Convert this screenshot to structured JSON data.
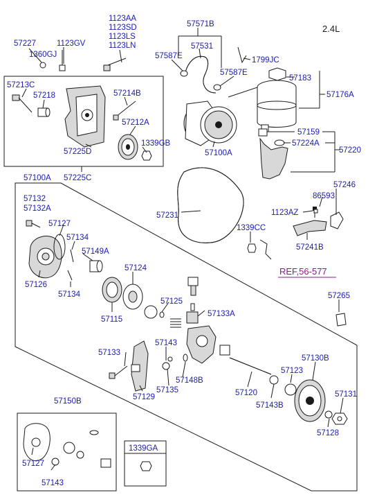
{
  "diagram": {
    "engine_label": "2.4L",
    "callouts": {
      "c1123AA": "1123AA",
      "c1123SD": "1123SD",
      "c1123LS": "1123LS",
      "c1123LN": "1123LN",
      "c57227": "57227",
      "c1123GV": "1123GV",
      "c1360GJ": "1360GJ",
      "c57571B": "57571B",
      "c57531": "57531",
      "c57587E_left": "57587E",
      "c57587E_right": "57587E",
      "c1799JC": "1799JC",
      "c57213C": "57213C",
      "c57218": "57218",
      "c57214B": "57214B",
      "c57212A": "57212A",
      "c1339GB": "1339GB",
      "c57225D": "57225D",
      "c57225C": "57225C",
      "c57183": "57183",
      "c57176A": "57176A",
      "c57100A_top": "57100A",
      "c57159": "57159",
      "c57224A": "57224A",
      "c57220": "57220",
      "c57100A_box": "57100A",
      "c57231": "57231",
      "c57246": "57246",
      "c86593": "86593",
      "c1123AZ": "1123AZ",
      "c57132": "57132",
      "c57132A": "57132A",
      "c57127_top": "57127",
      "c57134_top": "57134",
      "c57149A": "57149A",
      "c1339CC": "1339CC",
      "c57241B": "57241B",
      "c57126": "57126",
      "c57134_bottom": "57134",
      "c57124": "57124",
      "c57125": "57125",
      "c57133A": "57133A",
      "c57115": "57115",
      "c57265": "57265",
      "c57143_mid": "57143",
      "c57133": "57133",
      "c57148B": "57148B",
      "c57130B": "57130B",
      "c57123": "57123",
      "c57120": "57120",
      "c57129": "57129",
      "c57135": "57135",
      "c57143B": "57143B",
      "c57131": "57131",
      "c57128": "57128",
      "c57150B": "57150B",
      "c57127_kit": "57127",
      "c57143_kit": "57143",
      "c1339GA": "1339GA"
    },
    "reference": "REF,56-577"
  }
}
